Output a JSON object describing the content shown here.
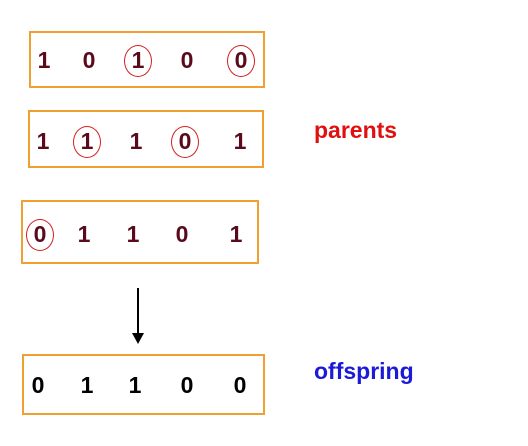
{
  "colors": {
    "box_border": "#f0a030",
    "circle": "#d42020",
    "parent_digit": "#5a0a1a",
    "offspring_digit": "#000000",
    "parents_label": "#e01010",
    "offspring_label": "#1a1ad8"
  },
  "labels": {
    "parents": "parents",
    "offspring": "offspring"
  },
  "parents": [
    {
      "bits": [
        "1",
        "0",
        "1",
        "0",
        "0"
      ],
      "circled": [
        false,
        false,
        true,
        false,
        true
      ]
    },
    {
      "bits": [
        "1",
        "1",
        "1",
        "0",
        "1"
      ],
      "circled": [
        false,
        true,
        false,
        true,
        false
      ]
    },
    {
      "bits": [
        "0",
        "1",
        "1",
        "0",
        "1"
      ],
      "circled": [
        true,
        false,
        false,
        false,
        false
      ]
    }
  ],
  "offspring": {
    "bits": [
      "0",
      "1",
      "1",
      "0",
      "0"
    ],
    "circled": [
      false,
      false,
      false,
      false,
      false
    ]
  }
}
